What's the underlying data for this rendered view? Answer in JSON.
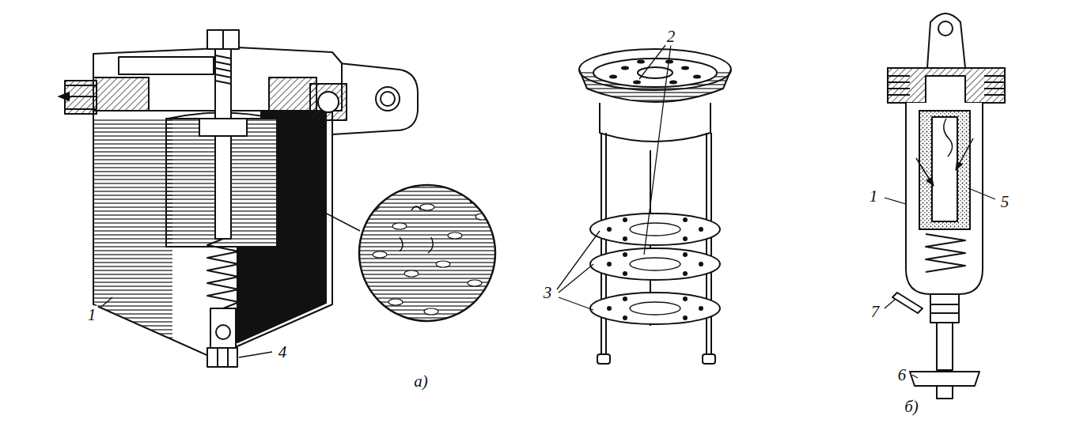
{
  "diagram": {
    "labels": [
      "1",
      "4",
      "а)",
      "2",
      "3",
      "1",
      "5",
      "7",
      "6",
      "б)"
    ]
  }
}
